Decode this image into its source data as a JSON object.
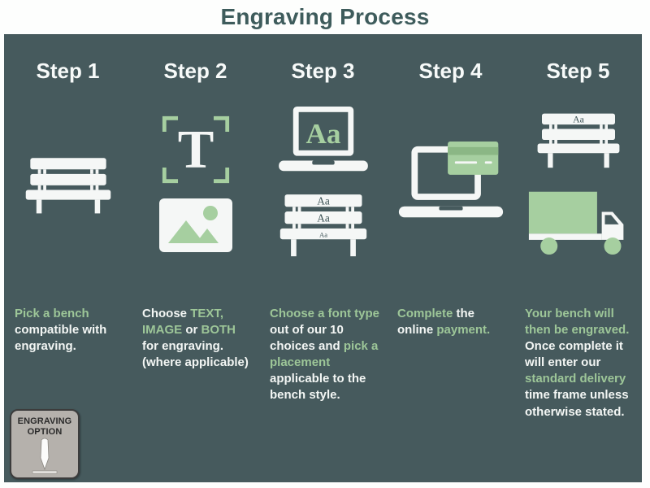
{
  "title": "Engraving Process",
  "colors": {
    "panel_background": "#465a5d",
    "accent_green": "#9dc698",
    "icon_green": "#a6cfa0",
    "text_white": "#f3f6f4",
    "title_teal": "#3e5c5c",
    "badge_gray": "#b5b1ac"
  },
  "glyphs": {
    "font_sample": "Aa",
    "letter_t": "T"
  },
  "steps": [
    {
      "label": "Step 1",
      "icons": [
        "bench-icon"
      ],
      "desc": [
        {
          "text": "Pick a bench",
          "color": "green"
        },
        {
          "text": "compatible with engraving.",
          "color": "white"
        }
      ]
    },
    {
      "label": "Step 2",
      "icons": [
        "text-frame-icon",
        "image-icon"
      ],
      "desc": [
        {
          "text": "Choose ",
          "color": "white"
        },
        {
          "text": "TEXT, IMAGE",
          "color": "green"
        },
        {
          "text": " or ",
          "color": "white"
        },
        {
          "text": "BOTH",
          "color": "green"
        },
        {
          "text": " for engraving. (where applicable)",
          "color": "white"
        }
      ]
    },
    {
      "label": "Step 3",
      "icons": [
        "laptop-font-icon",
        "bench-engraved-icon"
      ],
      "desc": [
        {
          "text": "Choose a font type",
          "color": "green"
        },
        {
          "text": " out of our 10 choices and ",
          "color": "white"
        },
        {
          "text": "pick a placement",
          "color": "green"
        },
        {
          "text": " applicable to the bench style.",
          "color": "white"
        }
      ]
    },
    {
      "label": "Step 4",
      "icons": [
        "laptop-payment-icon"
      ],
      "desc": [
        {
          "text": "Complete",
          "color": "green"
        },
        {
          "text": " the online ",
          "color": "white"
        },
        {
          "text": "payment.",
          "color": "green"
        }
      ]
    },
    {
      "label": "Step 5",
      "icons": [
        "bench-engraved-icon",
        "delivery-truck-icon"
      ],
      "desc": [
        {
          "text": "Your bench will then be engraved.",
          "color": "green"
        },
        {
          "text": " Once complete it will enter our ",
          "color": "white"
        },
        {
          "text": "standard delivery",
          "color": "green"
        },
        {
          "text": " time frame unless otherwise stated.",
          "color": "white"
        }
      ]
    }
  ],
  "badge": {
    "label": "ENGRAVING OPTION",
    "icon": "engraving-tool-icon"
  }
}
